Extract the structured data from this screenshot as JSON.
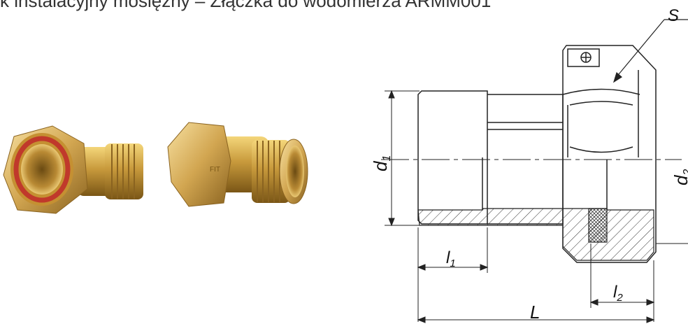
{
  "page": {
    "title": "k instalacyjny mosiężny – Złączka do wodomierza ARMM001"
  },
  "photo": {
    "marking": "FIT"
  },
  "drawing": {
    "labels": {
      "S": "S",
      "d1_main": "d",
      "d1_sub": "1",
      "d2_main": "d",
      "d2_sub": "2",
      "l1_main": "l",
      "l1_sub": "1",
      "l2_main": "l",
      "l2_sub": "2",
      "L": "L"
    }
  }
}
